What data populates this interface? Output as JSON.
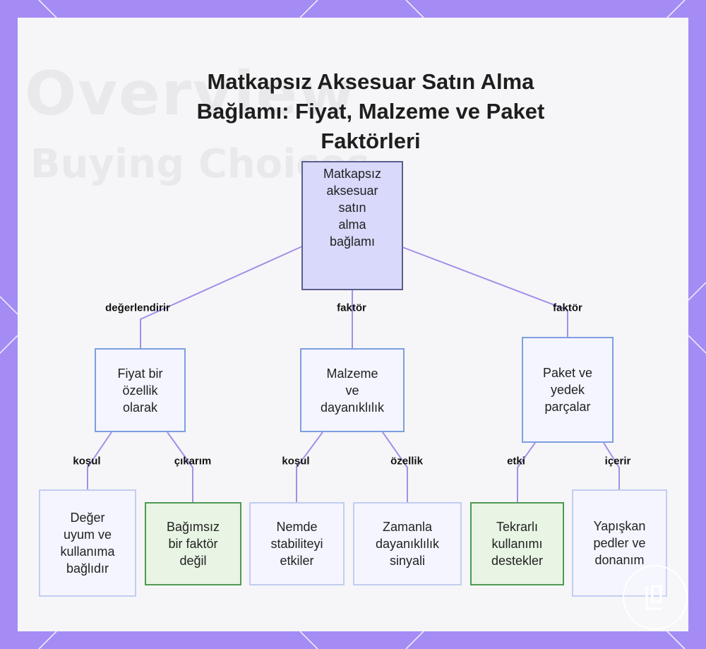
{
  "title": "Matkapsız Aksesuar Satın Alma Bağlamı: Fiyat, Malzeme ve Paket Faktörleri",
  "background_text": [
    "Overview",
    "Buying Choices"
  ],
  "colors": {
    "frame": "#a58cf5",
    "panel": "#f6f6f8",
    "connector": "#a48ee8",
    "root_fill": "#d8d9fb",
    "node_fill": "#f4f5fe",
    "green_fill": "#e8f4e4",
    "green_border": "#4f9a52"
  },
  "nodes": {
    "root": {
      "lines": [
        "Matkapsız",
        "aksesuar",
        "satın",
        "alma",
        "bağlamı"
      ]
    },
    "price": {
      "lines": [
        "Fiyat bir",
        "özellik",
        "olarak"
      ]
    },
    "material": {
      "lines": [
        "Malzeme",
        "ve",
        "dayanıklılık"
      ]
    },
    "package": {
      "lines": [
        "Paket ve",
        "yedek",
        "parçalar"
      ]
    },
    "value_usage": {
      "lines": [
        "Değer",
        "uyum ve",
        "kullanıma",
        "bağlıdır"
      ]
    },
    "not_independent": {
      "lines": [
        "Bağımsız",
        "bir faktör",
        "değil"
      ]
    },
    "moisture": {
      "lines": [
        "Nemde",
        "stabiliteyi",
        "etkiler"
      ]
    },
    "durability_signal": {
      "lines": [
        "Zamanla",
        "dayanıklılık",
        "sinyali"
      ]
    },
    "repeat_use": {
      "lines": [
        "Tekrarlı",
        "kullanımı",
        "destekler"
      ]
    },
    "pads_hardware": {
      "lines": [
        "Yapışkan",
        "pedler ve",
        "donanım"
      ]
    }
  },
  "edges": [
    {
      "from": "root",
      "to": "price",
      "label": "değerlendirir"
    },
    {
      "from": "root",
      "to": "material",
      "label": "faktör"
    },
    {
      "from": "root",
      "to": "package",
      "label": "faktör"
    },
    {
      "from": "price",
      "to": "value_usage",
      "label": "koşul"
    },
    {
      "from": "price",
      "to": "not_independent",
      "label": "çıkarım"
    },
    {
      "from": "material",
      "to": "moisture",
      "label": "koşul"
    },
    {
      "from": "material",
      "to": "durability_signal",
      "label": "özellik"
    },
    {
      "from": "package",
      "to": "repeat_use",
      "label": "etki"
    },
    {
      "from": "package",
      "to": "pads_hardware",
      "label": "içerir"
    }
  ]
}
